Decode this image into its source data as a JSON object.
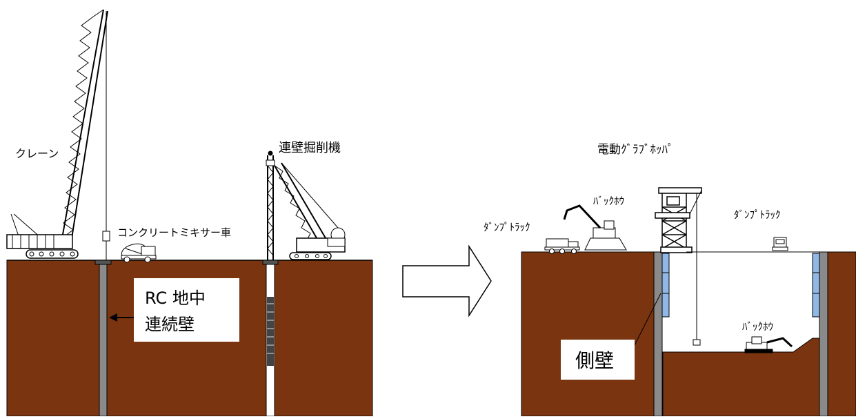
{
  "labels": {
    "crane": "クレーン",
    "mixer_truck": "コンクリートミキサー車",
    "wall_excavator": "連壁掘削機",
    "rc_wall_line1": "RC 地中",
    "rc_wall_line2": "連続壁",
    "grab_hopper": "電動ｸﾞﾗﾌﾞﾎｯﾊﾟ",
    "backhoe_top": "ﾊﾞｯｸﾎｳ",
    "dump_left": "ﾀﾞﾝﾌﾟﾄﾗｯｸ",
    "dump_right": "ﾀﾞﾝﾌﾟﾄﾗｯｸ",
    "backhoe_pit": "ﾊﾞｯｸﾎｳ",
    "side_wall": "側壁"
  },
  "colors": {
    "soil": "#7a3410",
    "wall": "#8a8a8a",
    "wall_panel": "#8fb8e6",
    "line": "#000000"
  }
}
